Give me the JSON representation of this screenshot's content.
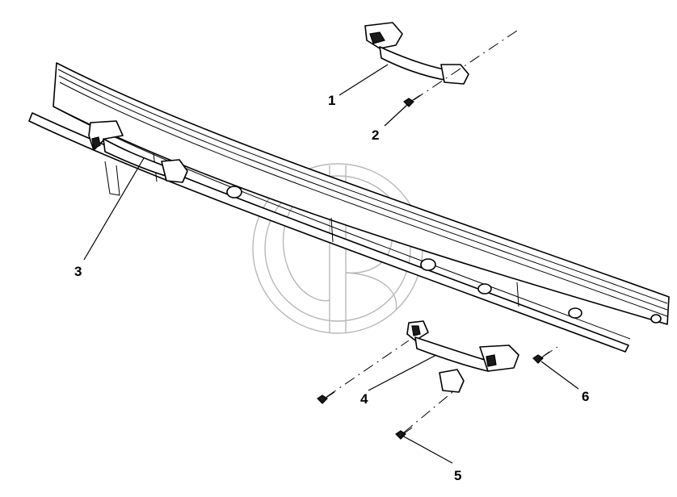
{
  "callouts": [
    {
      "id": "1",
      "label": "1"
    },
    {
      "id": "2",
      "label": "2"
    },
    {
      "id": "3",
      "label": "3"
    },
    {
      "id": "4",
      "label": "4"
    },
    {
      "id": "5",
      "label": "5"
    },
    {
      "id": "6",
      "label": "6"
    }
  ],
  "colors": {
    "line": "#000000",
    "background": "#ffffff",
    "watermark": "#b8b8b8"
  }
}
